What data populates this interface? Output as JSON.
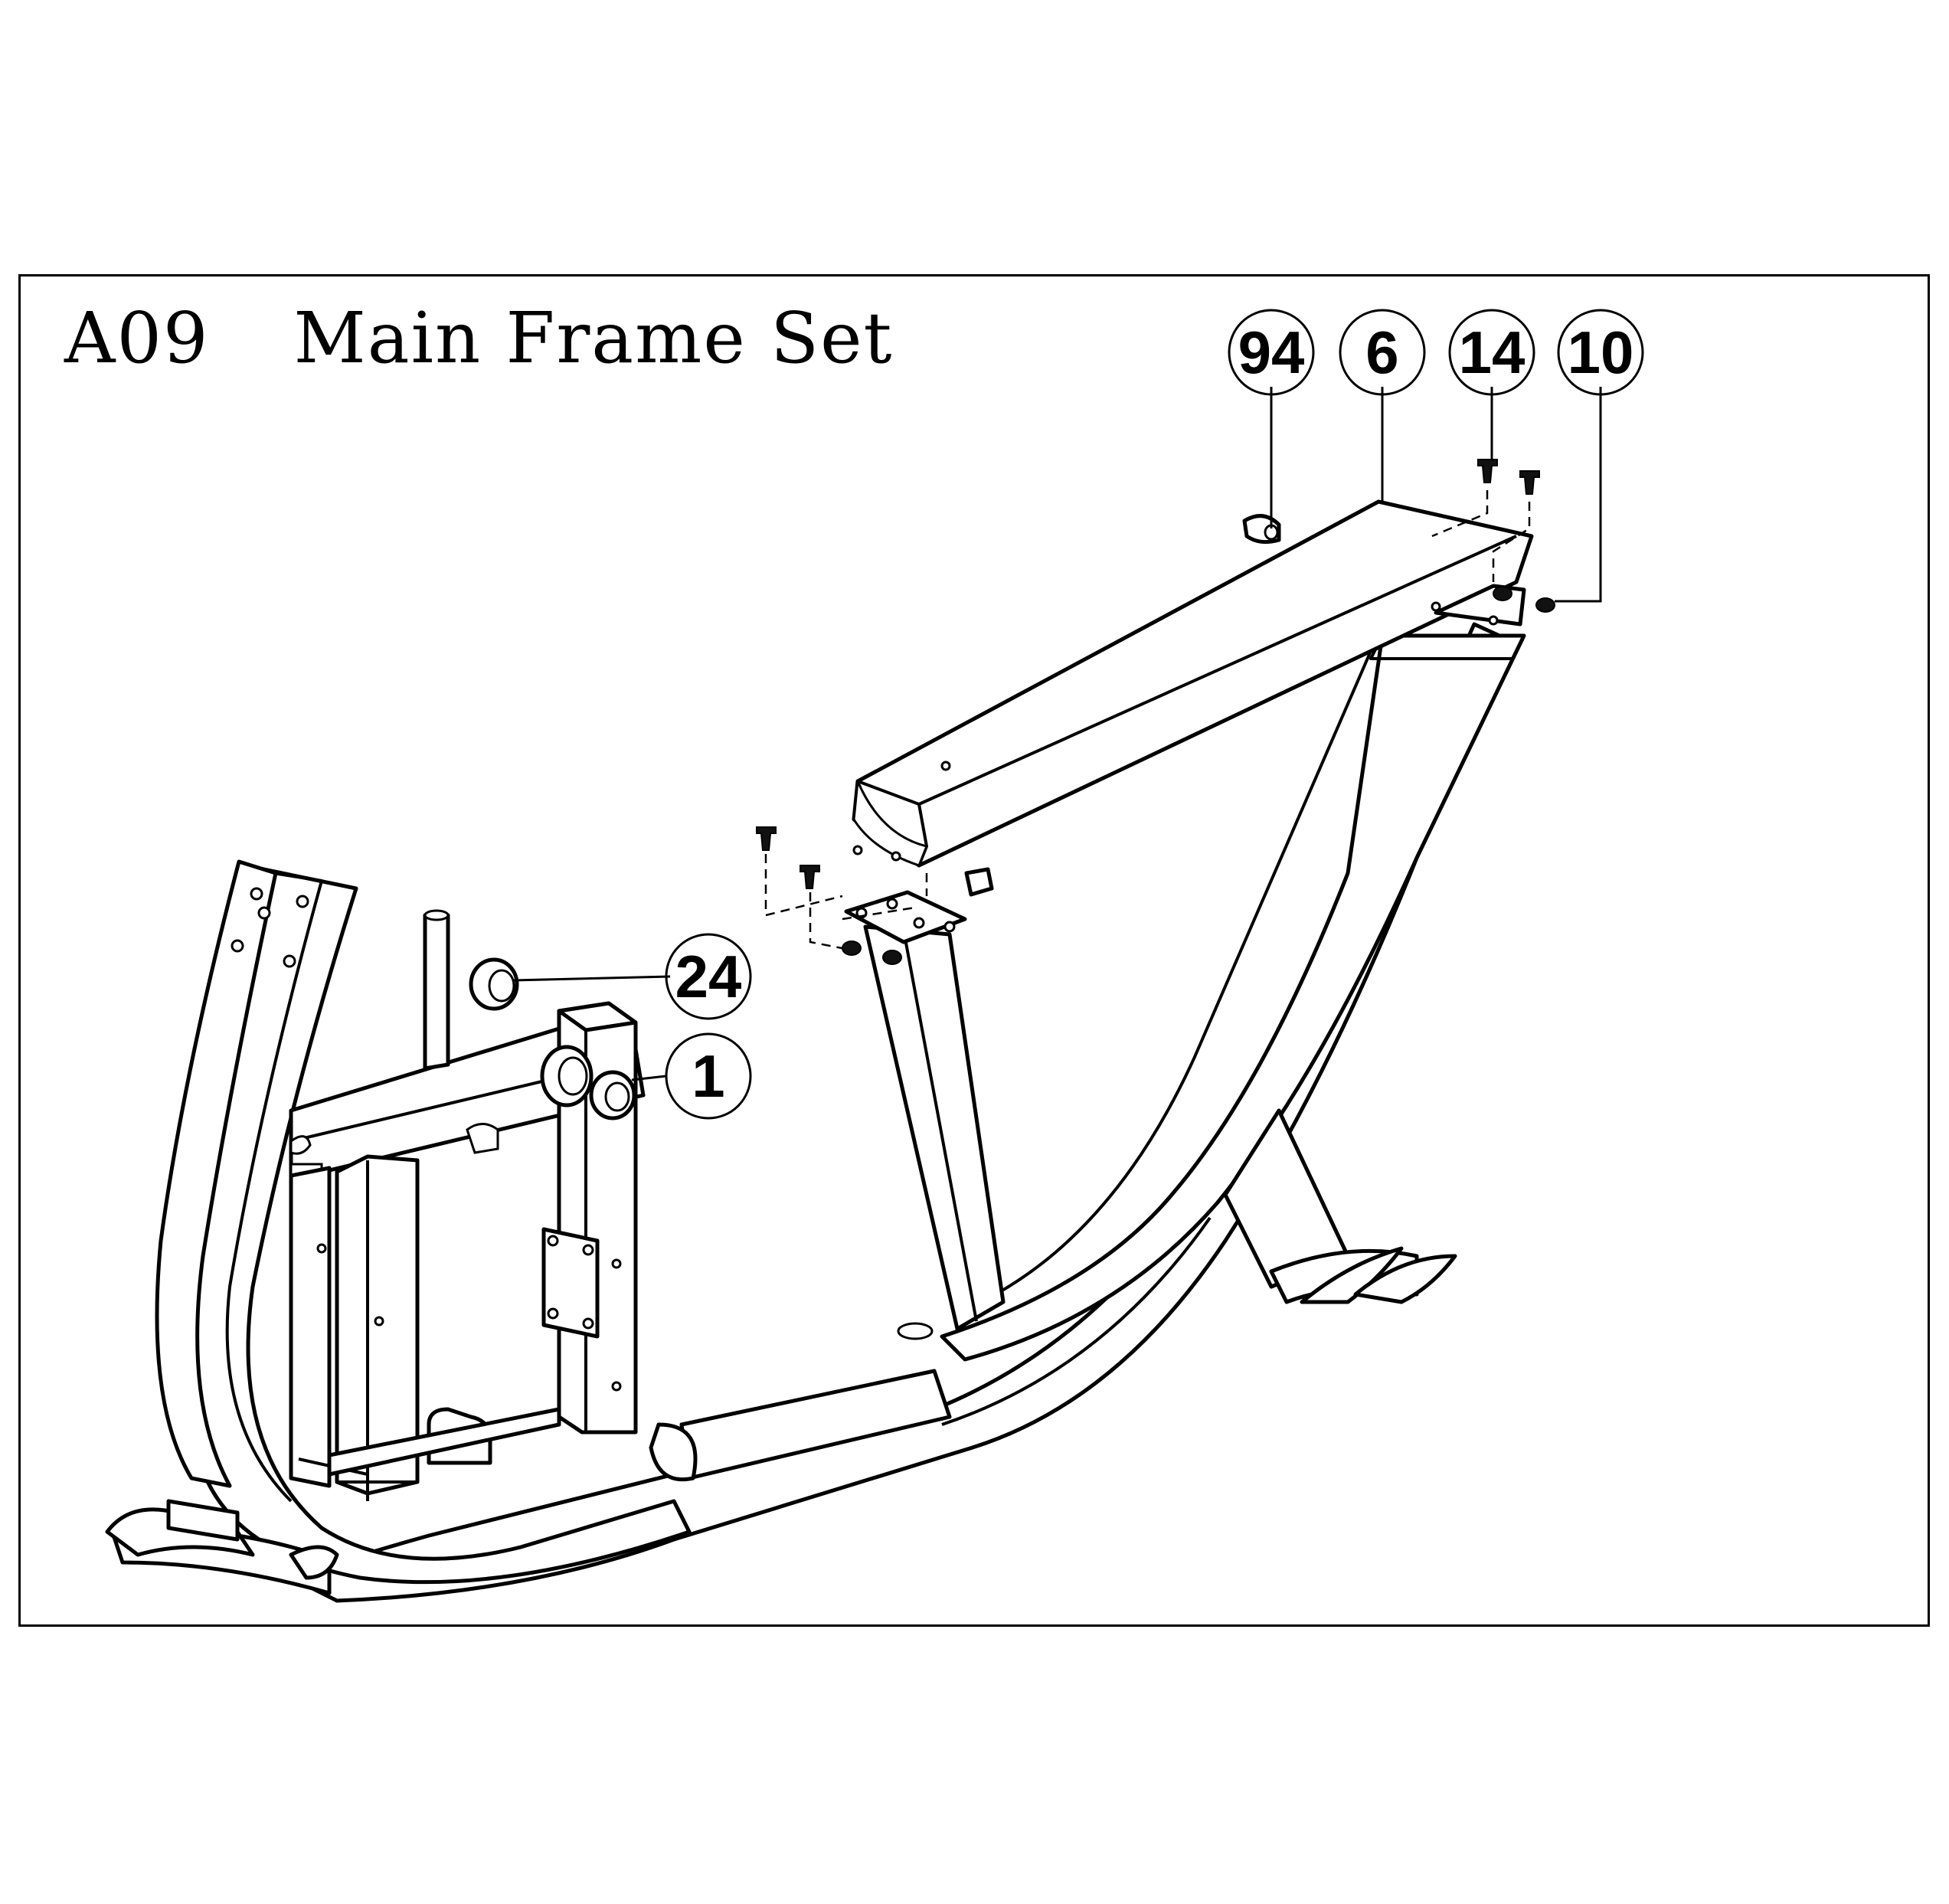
{
  "diagram": {
    "code": "A09",
    "title": "Main Frame Set",
    "callouts": [
      {
        "id": "callout-94",
        "label": "94"
      },
      {
        "id": "callout-6",
        "label": "6"
      },
      {
        "id": "callout-14",
        "label": "14"
      },
      {
        "id": "callout-10",
        "label": "10"
      },
      {
        "id": "callout-24",
        "label": "24"
      },
      {
        "id": "callout-1",
        "label": "1"
      }
    ]
  }
}
